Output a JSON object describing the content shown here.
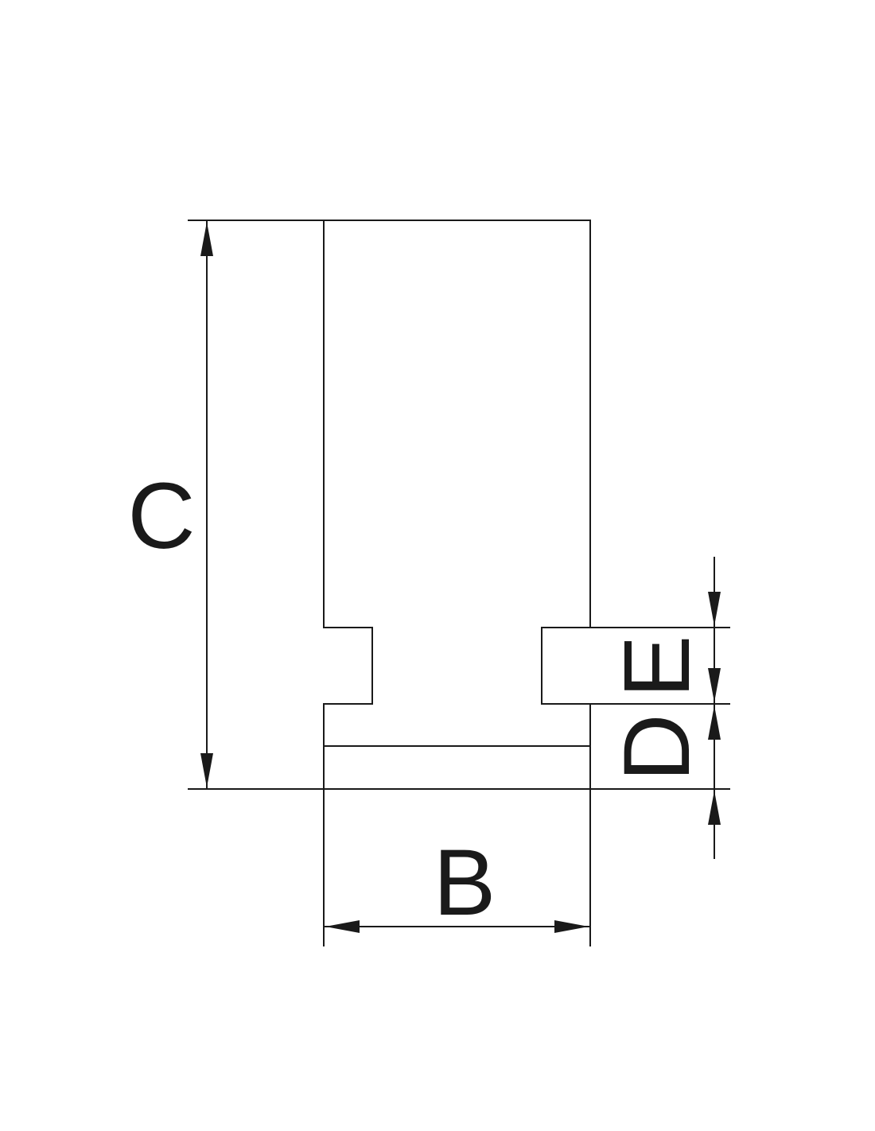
{
  "diagram": {
    "labels": {
      "c": "C",
      "b": "B",
      "d": "D",
      "e": "E"
    },
    "colors": {
      "line": "#1a1a1a",
      "background": "#ffffff"
    }
  }
}
